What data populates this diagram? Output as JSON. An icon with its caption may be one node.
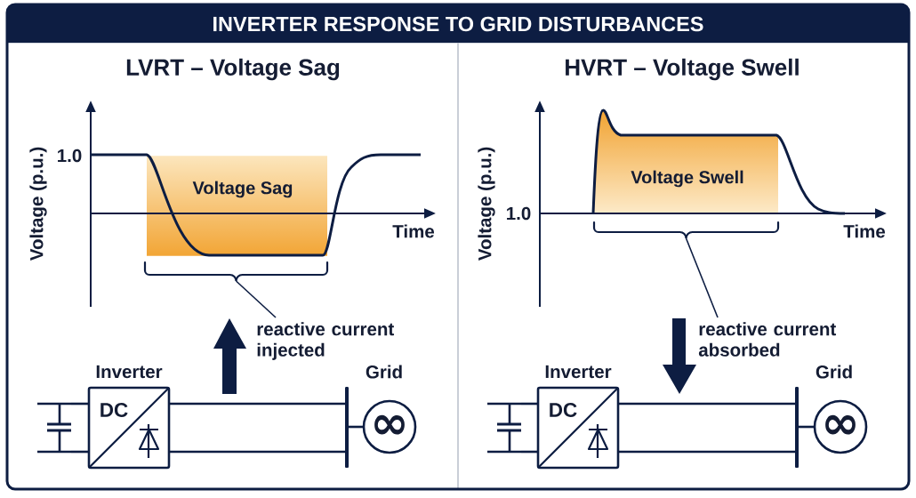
{
  "diagram": {
    "title": "INVERTER RESPONSE TO GRID DISTURBANCES",
    "nodes": [
      {
        "text": [
          "LVRT – Voltage Sag"
        ]
      },
      {
        "text": [
          "Voltage Sag"
        ],
        "in": 0
      },
      {
        "text": [],
        "shape": "brace",
        "in": 0
      },
      {
        "text": [
          "reactive current injected"
        ],
        "in": 0
      },
      {
        "text": [],
        "shape": "capacitor",
        "in": 0
      },
      {
        "text": [
          "Inverter",
          "DC"
        ],
        "in": 0
      },
      {
        "text": [],
        "shape": "bar",
        "in": 0
      },
      {
        "text": [
          "Grid",
          "∞"
        ],
        "in": 0
      },
      {
        "text": [
          "HVRT – Voltage Swell"
        ]
      },
      {
        "text": [
          "Voltage Swell"
        ],
        "in": 8
      },
      {
        "text": [],
        "shape": "brace",
        "in": 8
      },
      {
        "text": [
          "reactive current absorbed"
        ],
        "in": 8
      },
      {
        "text": [],
        "shape": "capacitor",
        "in": 8
      },
      {
        "text": [
          "Inverter",
          "DC"
        ],
        "in": 8
      },
      {
        "text": [],
        "shape": "bar",
        "in": 8
      },
      {
        "text": [
          "Grid",
          "∞"
        ],
        "in": 8
      }
    ],
    "edges": [
      {
        "from": 3,
        "to": 2,
        "arrow": "none"
      },
      {
        "from": 4,
        "to": 5,
        "arrow": "none"
      },
      {
        "from": 4,
        "to": 5,
        "arrow": "none"
      },
      {
        "from": 5,
        "to": 6,
        "arrow": "none"
      },
      {
        "from": 5,
        "to": 6,
        "arrow": "none"
      },
      {
        "from": 6,
        "to": 7,
        "arrow": "none"
      },
      {
        "from": 11,
        "to": 10,
        "arrow": "none"
      },
      {
        "from": 12,
        "to": 13,
        "arrow": "none"
      },
      {
        "from": 12,
        "to": 13,
        "arrow": "none"
      },
      {
        "from": 13,
        "to": 14,
        "arrow": "none"
      },
      {
        "from": 13,
        "to": 14,
        "arrow": "none"
      },
      {
        "from": 14,
        "to": 15,
        "arrow": "none"
      }
    ],
    "labels": [
      "1.0",
      "Voltage (p.u.)",
      "Time",
      "1.0",
      "Voltage (p.u.)",
      "Time"
    ]
  }
}
